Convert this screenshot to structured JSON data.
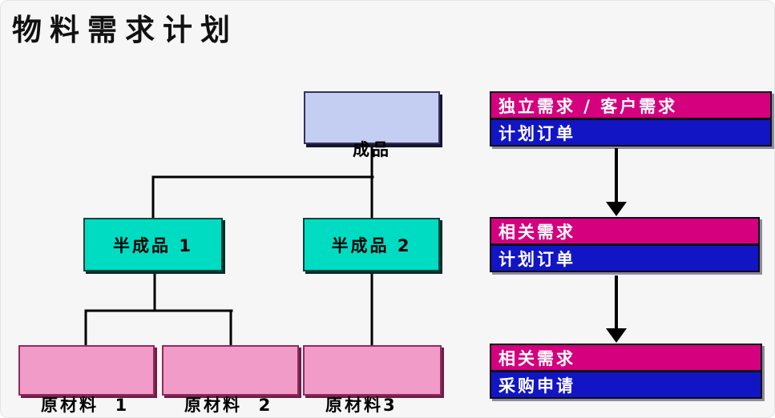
{
  "title": "物料需求计划",
  "colors": {
    "bg": "#f6f6f7",
    "finished-fill": "#c4cdf2",
    "finished-border": "#33335c",
    "semi-fill": "#00dcc2",
    "semi-border": "#07463f",
    "raw-fill": "#f19cc8",
    "raw-border": "#8f2b5e",
    "magenta": "#d4007e",
    "blue": "#1215c4",
    "bar-border": "#0d0d1a",
    "line": "#000000"
  },
  "bom_tree": {
    "finished": {
      "label": "成品"
    },
    "semi_finished": [
      {
        "label": "半成品 1"
      },
      {
        "label": "半成品 2"
      }
    ],
    "raw_materials": [
      {
        "label": "原材料  1"
      },
      {
        "label": "原材料  2"
      },
      {
        "label": "原材料3"
      }
    ]
  },
  "mrp_flow": [
    {
      "demand": "独立需求 / 客户需求",
      "order": "计划订单"
    },
    {
      "demand": "相关需求",
      "order": "计划订单"
    },
    {
      "demand": "相关需求",
      "order": "采购申请"
    }
  ]
}
